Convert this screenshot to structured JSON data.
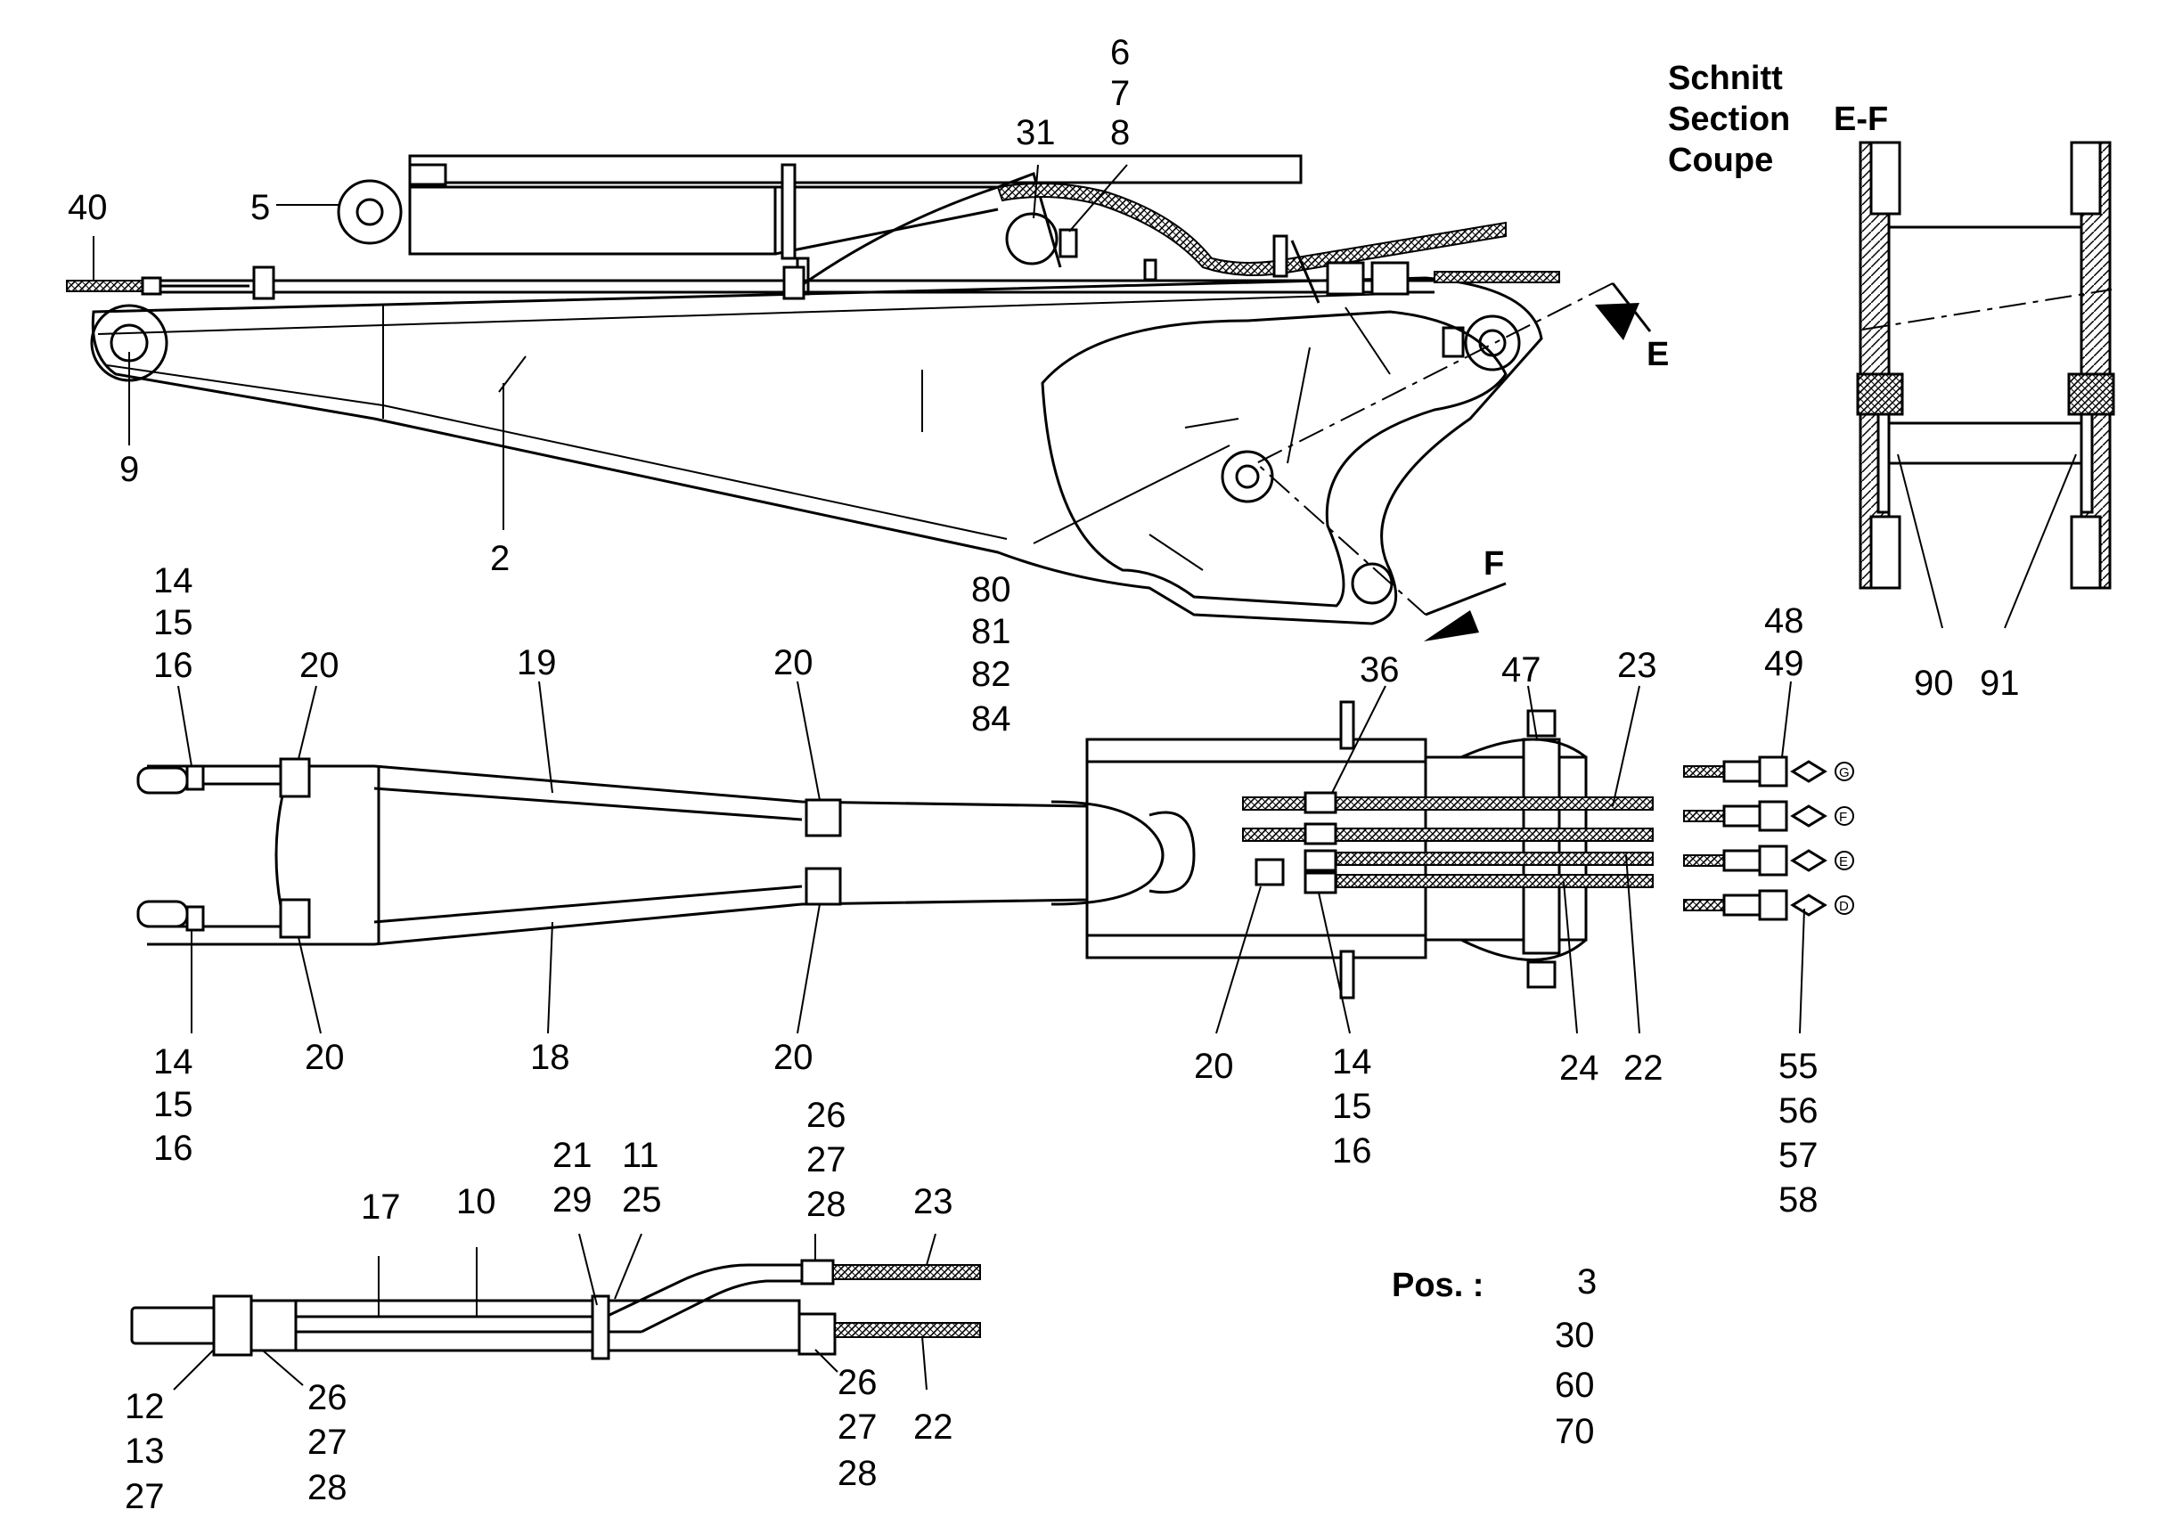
{
  "section": {
    "line1": "Schnitt",
    "line2": "Section",
    "line3": "Coupe",
    "id": "E-F"
  },
  "arrows": {
    "e": "E",
    "f": "F"
  },
  "pos": {
    "label": "Pos. :",
    "values": [
      "3",
      "30",
      "60",
      "70"
    ]
  },
  "views": {
    "side": {
      "labels": {
        "l40": "40",
        "l5": "5",
        "l6": "6",
        "l7": "7",
        "l8": "8",
        "l31": "31",
        "l9": "9",
        "l2": "2",
        "l80": "80",
        "l81": "81",
        "l82": "82",
        "l84": "84"
      }
    },
    "top": {
      "labels": {
        "tl14": "14",
        "tl15": "15",
        "tl16": "16",
        "t20a": "20",
        "t19": "19",
        "t20b": "20",
        "t36": "36",
        "t47": "47",
        "t23": "23",
        "t48": "48",
        "t49": "49",
        "bl14": "14",
        "bl15": "15",
        "bl16": "16",
        "b20a": "20",
        "b18": "18",
        "b20b": "20",
        "b20c": "20",
        "br14": "14",
        "br15": "15",
        "br16": "16",
        "b24": "24",
        "b22": "22",
        "b55": "55",
        "b56": "56",
        "b57": "57",
        "b58": "58"
      },
      "ports": [
        "G",
        "F",
        "E",
        "D"
      ]
    },
    "section": {
      "labels": {
        "l90": "90",
        "l91": "91"
      }
    },
    "detail": {
      "labels": {
        "d26a": "26",
        "d27a": "27",
        "d28a": "28",
        "d21": "21",
        "d11": "11",
        "d29": "29",
        "d25": "25",
        "d17": "17",
        "d10": "10",
        "d23": "23",
        "d12": "12",
        "d13": "13",
        "d27b": "27",
        "d26b": "26",
        "d27c": "27",
        "d28b": "28",
        "d26c": "26",
        "d27d": "27",
        "d28c": "28",
        "d22": "22"
      }
    }
  }
}
